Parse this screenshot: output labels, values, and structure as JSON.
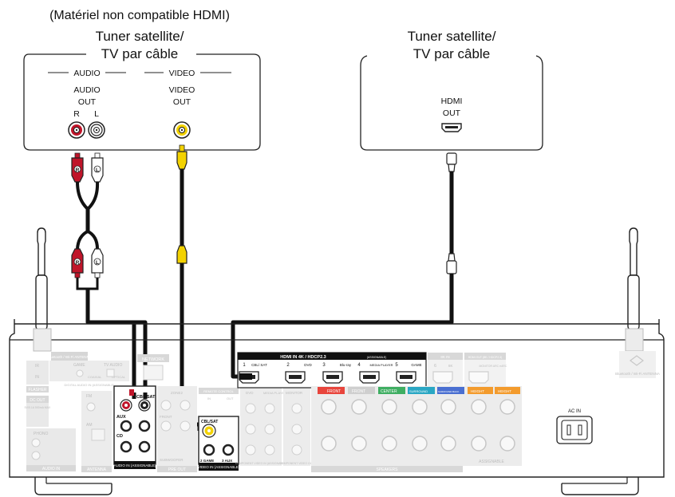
{
  "note": "(Matériel non compatible HDMI)",
  "source_left": {
    "title_line1": "Tuner satellite/",
    "title_line2": "TV par câble",
    "group_audio": "AUDIO",
    "group_video": "VIDEO",
    "audio_label1": "AUDIO",
    "audio_label2": "OUT",
    "ch_r": "R",
    "ch_l": "L",
    "video_label1": "VIDEO",
    "video_label2": "OUT"
  },
  "source_right": {
    "title_line1": "Tuner satellite/",
    "title_line2": "TV par câble",
    "hdmi_label1": "HDMI",
    "hdmi_label2": "OUT"
  },
  "plugs": {
    "r": "R",
    "l": "L"
  },
  "receiver": {
    "hdmi_in_header": "HDMI IN   4K / HDCP2.3",
    "assignable_small": "(ASSIGNABLE)",
    "hdmi_1": "1",
    "hdmi_1_label": "CBL/ SAT",
    "hdmi_2": "2",
    "hdmi_2_label": "DVD",
    "hdmi_3": "3",
    "hdmi_3_label": "Blu-ray",
    "hdmi_4": "4",
    "hdmi_4_label": "MEDIA PLAYER",
    "hdmi_5": "5",
    "hdmi_5_label": "GAME",
    "hdmi_6": "6",
    "hdmi_6_label": "8K",
    "hdmi_8k_in": "8K IN",
    "hdmi_out": "HDMI OUT (8K / HDCP2.3)",
    "monitor_arc": "MONITOR ARC eARC",
    "network": "NETWORK",
    "bluetooth_left": "Bluetooth / Wi-Fi ANTENNA",
    "bluetooth_right": "Bluetooth / Wi-Fi ANTENNA",
    "flasher": "FLASHER",
    "ir": "IR",
    "in": "IN",
    "game_opt": "GAME",
    "tv_audio": "TV AUDIO",
    "coaxial": "COAXIAL",
    "optical": "OPTICAL",
    "digital_audio_in": "DIGITAL AUDIO IN (ASSIGNABLE)",
    "dc_out": "DC OUT",
    "dc_out_spec": "5V/0.1A 500mA MAX",
    "phono": "PHONO",
    "audio_in": "AUDIO IN",
    "fm": "FM",
    "am": "AM",
    "antenna": "ANTENNA",
    "cbl_sat": "CBL/SAT",
    "aux": "AUX",
    "cd": "CD",
    "audio_in_assignable": "AUDIO IN (ASSIGNABLE)",
    "zone2": "ZONE2",
    "front": "FRONT",
    "subwoofer": "SUBWOOFER",
    "pre_out": "PRE OUT",
    "remote_control": "REMOTE CONTROL",
    "in2": "IN",
    "out2": "OUT",
    "cbl_sat_video": "CBL/SAT",
    "game2": "2 GAME",
    "aux3": "3 AUX",
    "video_in_assignable": "VIDEO IN (ASSIGNABLE)",
    "dvd": "DVD",
    "media_player": "MEDIA PLAYER",
    "monitor": "MONITOR",
    "component_video_in": "COMPONENT VIDEO IN (ASSIGNABLE)",
    "component_video_out": "COMPONENT VIDEO OUT",
    "front_sp": "FRONT",
    "center_sp": "CENTER",
    "surround_sp": "SURROUND",
    "surround_back": "SURROUND BACK",
    "height": "HEIGHT",
    "speakers": "SPEAKERS",
    "assignable": "ASSIGNABLE",
    "ac_in": "AC IN"
  },
  "colors": {
    "red": "#c0152a",
    "yellow": "#f3d200",
    "panel_grey": "#e9e9e9",
    "black_bar": "#111111",
    "front_red": "#e8453c",
    "center_green": "#3fae62",
    "surround_cyan": "#2aa7c4",
    "surround_back_blue": "#4a6fd1",
    "height_orange": "#f39b2d"
  }
}
